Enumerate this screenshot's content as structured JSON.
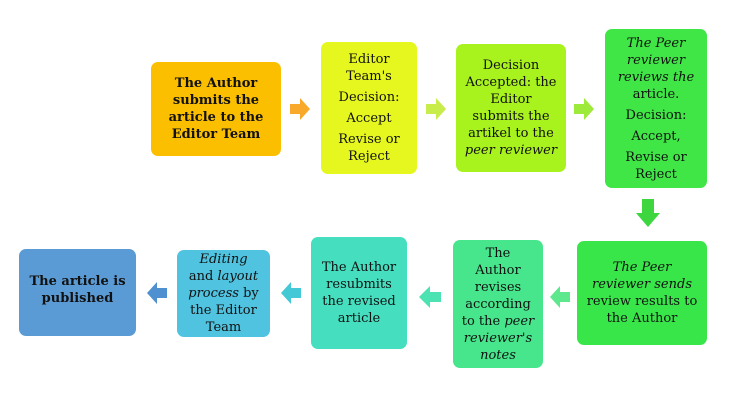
{
  "colors": {
    "b1": "#fbbf00",
    "b2": "#e6f71f",
    "b3": "#a8f21e",
    "b4": "#3fe646",
    "b5": "#39e64a",
    "b6": "#47e68c",
    "b7": "#45dfc0",
    "b8": "#4fc3df",
    "b9": "#5b9bd5",
    "a1": "#f8a92a",
    "a2": "#c8ec4a",
    "a3": "#9eea3a",
    "a4": "#3dd63f",
    "a5": "#5ee88e",
    "a6": "#4de2b2",
    "a7": "#43c8d6",
    "a8": "#4f90d0"
  },
  "steps": {
    "s1": {
      "l1": "The Author",
      "l2": "submits the",
      "l3": "article to the",
      "l4": "Editor Team"
    },
    "s2": {
      "l1": "Editor",
      "l2": "Team's",
      "l3": "Decision:",
      "l4": "Accept",
      "l5": "Revise or",
      "l6": "Reject"
    },
    "s3": {
      "l1": "Decision",
      "l2": "Accepted: the",
      "l3": "Editor",
      "l4": "submits the",
      "l5": "artikel to the",
      "l6": "peer reviewer"
    },
    "s4": {
      "l1": "The Peer",
      "l2": "reviewer",
      "l3": "reviews the",
      "l4": "article.",
      "l5": "Decision:",
      "l6": "Accept,",
      "l7": "Revise or",
      "l8": "Reject"
    },
    "s5": {
      "l1": "The Peer",
      "l2": "reviewer sends",
      "l3": "review results to",
      "l4": "the Author"
    },
    "s6": {
      "l1": "The",
      "l2": "Author",
      "l3": "revises",
      "l4": "according",
      "l5a": "to the ",
      "l5b": "peer",
      "l6": "reviewer's",
      "l7": "notes"
    },
    "s7": {
      "l1": "The Author",
      "l2": "resubmits",
      "l3": "the revised",
      "l4": "article"
    },
    "s8": {
      "l1": "Editing",
      "l2a": "and ",
      "l2b": "layout",
      "l3a": "process",
      "l3b": " by",
      "l4": "the Editor",
      "l5": "Team"
    },
    "s9": {
      "l1": "The article is",
      "l2": "published"
    }
  }
}
